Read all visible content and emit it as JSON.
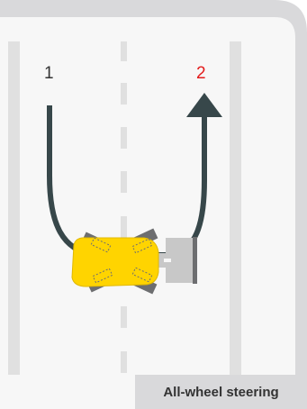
{
  "diagram": {
    "start_label": "1",
    "end_label": "2",
    "caption": "All-wheel steering",
    "colors": {
      "frame": "#d9d9db",
      "road": "#f7f7f7",
      "lane_line": "#e0e0e0",
      "path": "#37474a",
      "start_label": "#333333",
      "end_label": "#e31c1c",
      "car_body": "#ffd400",
      "car_outline": "#e0b800",
      "wheel": "#6d6e70",
      "barrier": "#c8c8c8",
      "barrier_post": "#6d6e70"
    },
    "icons": [
      "yellow-car-icon",
      "arrow-head-icon",
      "barrier-icon"
    ]
  }
}
